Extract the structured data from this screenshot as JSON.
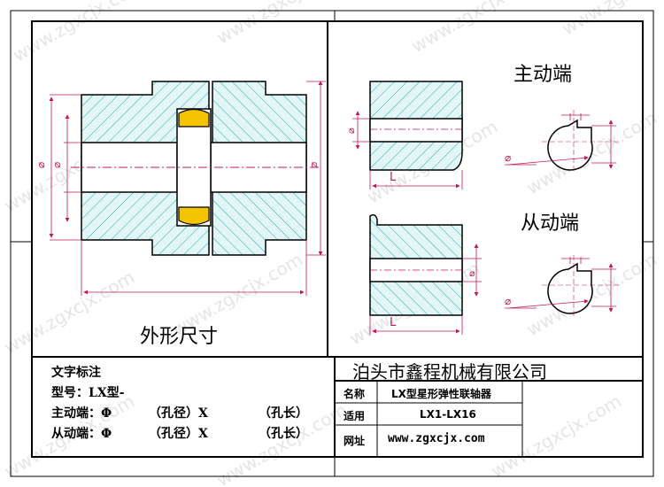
{
  "watermark": "www.zgxcjx.com",
  "views": {
    "outline_title": "外形尺寸",
    "driving_end_title": "主动端",
    "driven_end_title": "从动端"
  },
  "dimension_symbols": {
    "diameter": "⌀",
    "length": "L"
  },
  "annotation": {
    "heading": "文字标注",
    "model_label": "型号：LX型-",
    "driving_line": [
      "主动端：Φ",
      "（孔径）X",
      "（孔长）"
    ],
    "driven_line": [
      "从动端：Φ",
      "（孔径）X",
      "（孔长）"
    ]
  },
  "title_block": {
    "company": "泊头市鑫程机械有限公司",
    "rows": [
      {
        "label": "名称",
        "value": "LX型星形弹性联轴器"
      },
      {
        "label": "适用",
        "value": "LX1-LX16"
      },
      {
        "label": "网址",
        "value": "www.zgxcjx.com"
      }
    ]
  },
  "colors": {
    "hatch": "#2aa7a8",
    "section_fill": "#dff5f5",
    "elastic_element": "#f5c400",
    "dimension": "#c2185b",
    "line": "#000000"
  }
}
